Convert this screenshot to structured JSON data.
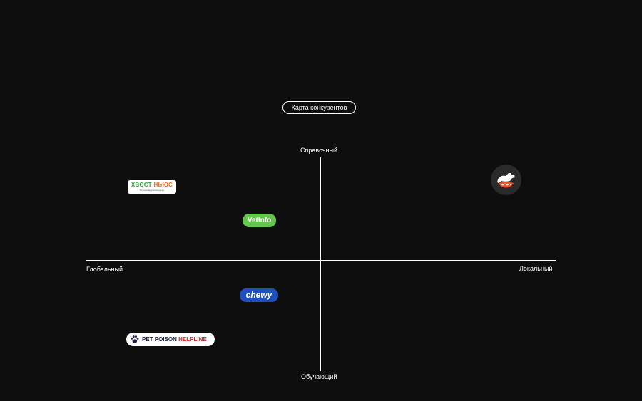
{
  "title": "Карта конкурентов",
  "axes": {
    "top": "Справочный",
    "bottom": "Обучающий",
    "left": "Глобальный",
    "right": "Локальный"
  },
  "competitors": {
    "hvost": {
      "name_part1": "ХВОСТ ",
      "name_part2": "НЬЮС",
      "tagline": "Ветеринар рекомендует",
      "icon": "hvost-news-logo",
      "colors": {
        "green": "#3aa63a",
        "orange": "#ee6a1f"
      }
    },
    "vetinfo": {
      "name": "VetInfo",
      "icon": "vetinfo-logo",
      "color": "#63c74d"
    },
    "chewy": {
      "name": "chewy",
      "icon": "chewy-logo",
      "color": "#1f4fbf"
    },
    "ppl": {
      "name_part1": "PET POISON ",
      "name_part2": "HELPLINE",
      "icon": "paw-icon",
      "colors": {
        "navy": "#1a1f4a",
        "red": "#e2232a"
      }
    },
    "local": {
      "icon": "dog-jumping-icon",
      "colors": {
        "accent": "#e8522a",
        "bg": "#2a2a2a"
      }
    }
  }
}
